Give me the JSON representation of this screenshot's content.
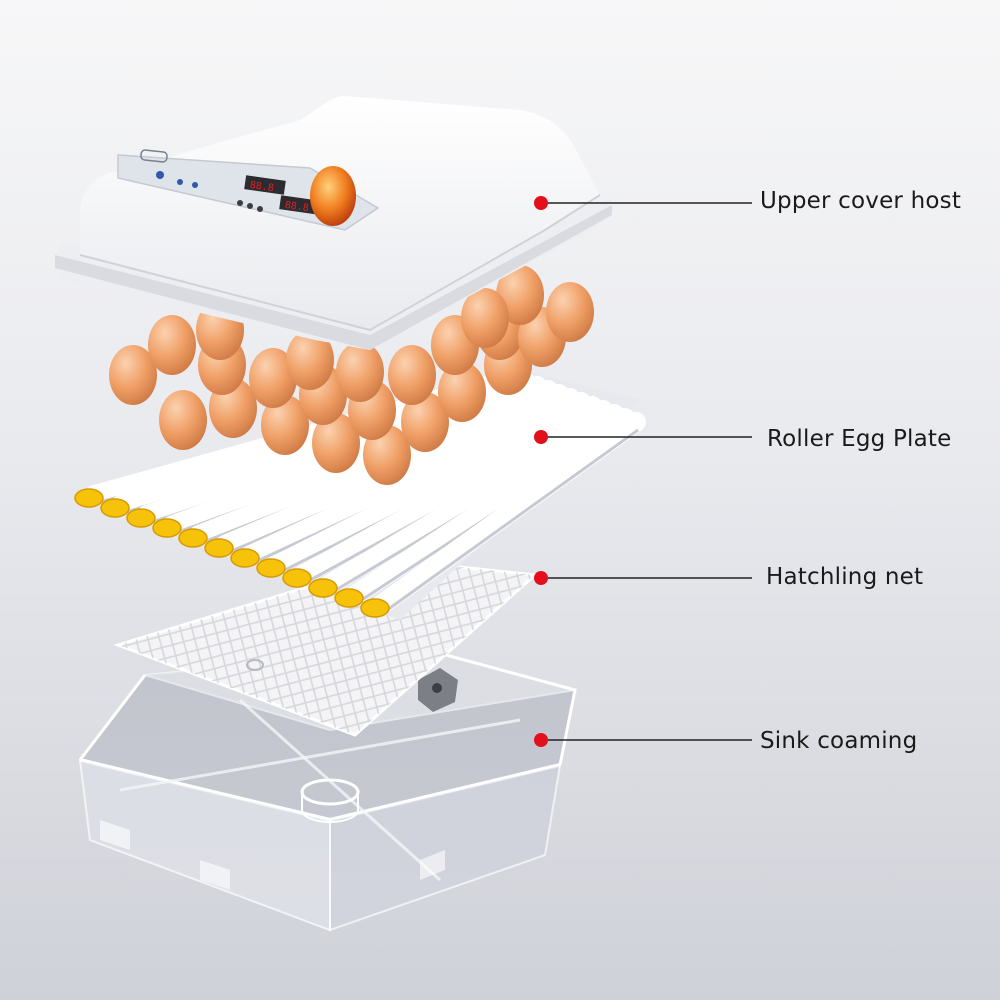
{
  "diagram": {
    "parts": [
      {
        "id": "cover",
        "label": "Upper cover host"
      },
      {
        "id": "roller",
        "label": "Roller Egg Plate"
      },
      {
        "id": "net",
        "label": "Hatchling net"
      },
      {
        "id": "sink",
        "label": "Sink coaming"
      }
    ]
  },
  "colors": {
    "marker": "#e3101c",
    "egg": "#f2a06b",
    "roller_end": "#f7c20a",
    "cover": "#ffffff",
    "panel": "#dfe3ea",
    "display_digits": "#e32020"
  }
}
